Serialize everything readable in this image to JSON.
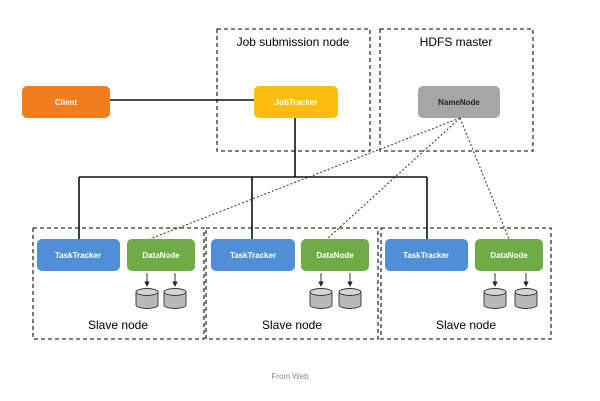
{
  "colors": {
    "client": "#F07D1E",
    "jobtracker": "#FDBE10",
    "namenode": "#A6A6A6",
    "tasktracker": "#4F8FD6",
    "datanode": "#6FAC46"
  },
  "regions": {
    "job_submission": "Job submission node",
    "hdfs_master": "HDFS master"
  },
  "nodes": {
    "client": "Client",
    "jobtracker": "JobTracker",
    "namenode": "NameNode"
  },
  "slaves": [
    {
      "label": "Slave node",
      "tasktracker": "TaskTracker",
      "datanode": "DataNode"
    },
    {
      "label": "Slave node",
      "tasktracker": "TaskTracker",
      "datanode": "DataNode"
    },
    {
      "label": "Slave node",
      "tasktracker": "TaskTracker",
      "datanode": "DataNode"
    }
  ],
  "caption": "From Web"
}
